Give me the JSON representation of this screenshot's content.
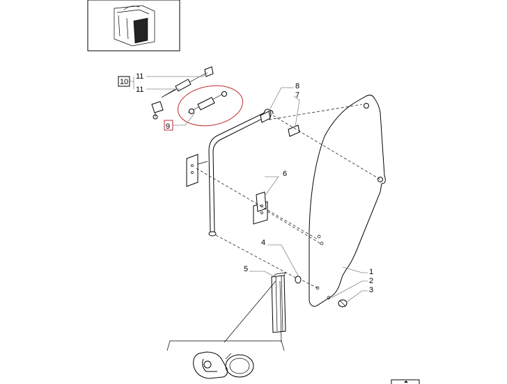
{
  "diagram": {
    "callouts": [
      {
        "id": "c1",
        "text": "1"
      },
      {
        "id": "c2",
        "text": "2"
      },
      {
        "id": "c3",
        "text": "3"
      },
      {
        "id": "c4",
        "text": "4"
      },
      {
        "id": "c5",
        "text": "5"
      },
      {
        "id": "c6",
        "text": "6"
      },
      {
        "id": "c7",
        "text": "7"
      },
      {
        "id": "c8",
        "text": "8"
      },
      {
        "id": "c9",
        "text": "9"
      },
      {
        "id": "c10",
        "text": "10"
      },
      {
        "id": "c11a",
        "text": "11"
      },
      {
        "id": "c11b",
        "text": "11"
      }
    ],
    "colors": {
      "lines": "#000000",
      "leaders": "#888888",
      "highlight": "#c0282d",
      "thumbnail_fill": "#222222"
    }
  }
}
